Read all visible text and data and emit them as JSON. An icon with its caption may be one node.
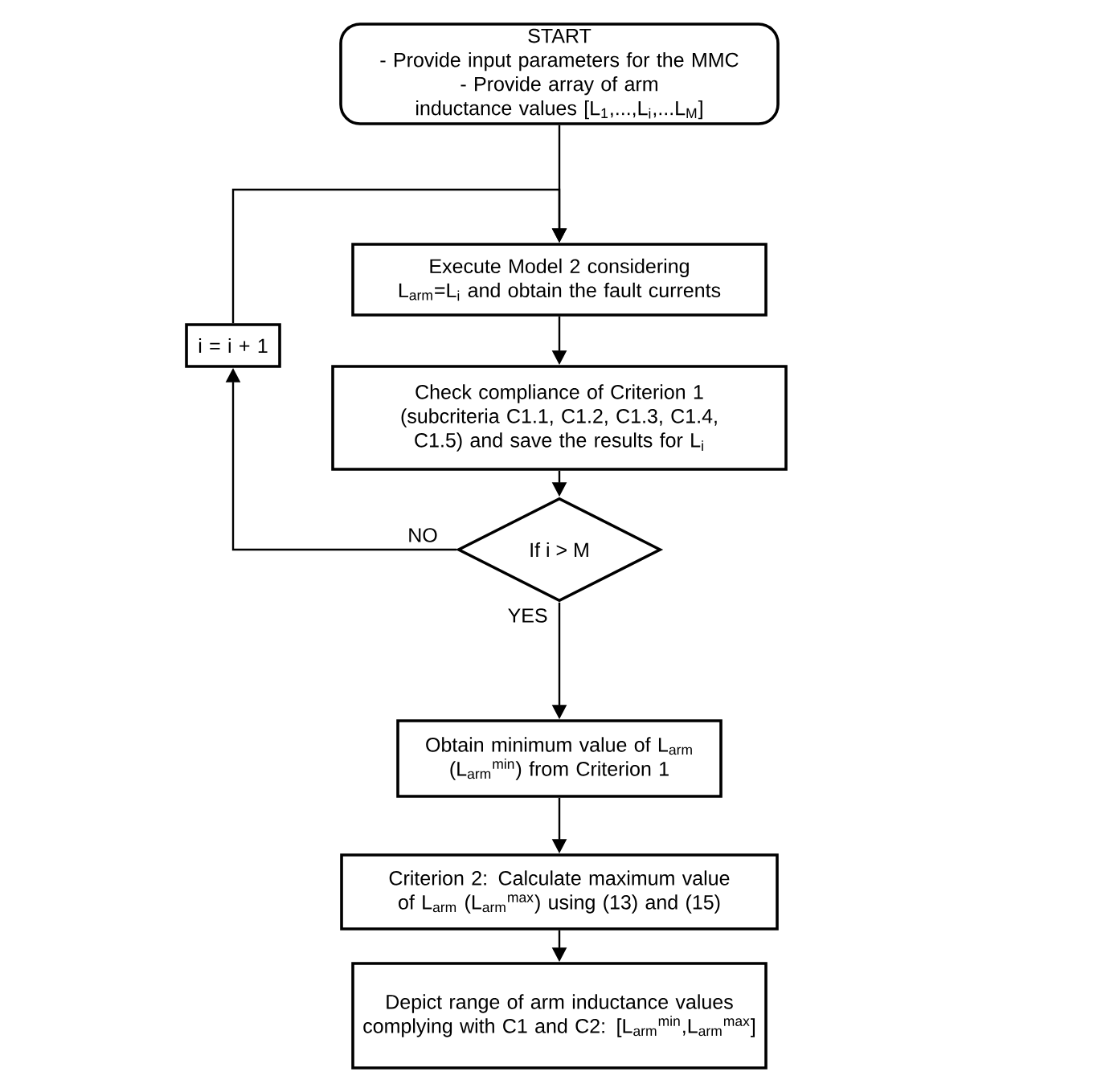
{
  "diagram": {
    "nodes": [
      {
        "text": [
          "START",
          "- Provide input parameters for the MMC",
          "- Provide array of arm inductance values [L$_{1}$,...,L$_{i}$,...L$_{M}$]"
        ]
      },
      {
        "text": [
          "Execute Model 2 considering L$_{arm}$=L$_{i}$ and obtain the fault currents"
        ]
      },
      {
        "text": [
          "Check compliance of Criterion 1 (subcriteria C1.1, C1.2, C1.3, C1.4, C1.5) and save the results for L$_{i}$"
        ]
      },
      {
        "text": [
          "If i > M"
        ]
      },
      {
        "text": [
          "Obtain minimum value of L$_{arm}$ (L$_{arm}$$^{min}$) from Criterion 1"
        ]
      },
      {
        "text": [
          "Criterion 2: Calculate maximum value of L$_{arm}$ (L$_{arm}$$^{max}$) using (13) and (15)"
        ]
      },
      {
        "text": [
          "Depict range of arm inductance values complying with C1 and C2: [L$_{arm}$$^{min}$,L$_{arm}$$^{max}$]"
        ]
      },
      {
        "text": [
          "i = i + 1"
        ]
      }
    ],
    "edges": [
      {
        "from": 0,
        "to": 1,
        "arrow": "to"
      },
      {
        "from": 1,
        "to": 2,
        "arrow": "to"
      },
      {
        "from": 2,
        "to": 3,
        "arrow": "to"
      },
      {
        "from": 3,
        "to": 4,
        "arrow": "to",
        "label": "YES"
      },
      {
        "from": 4,
        "to": 5,
        "arrow": "to"
      },
      {
        "from": 5,
        "to": 6,
        "arrow": "to"
      },
      {
        "from": 3,
        "to": 7,
        "arrow": "to",
        "label": "NO"
      },
      {
        "from": 7,
        "to": 1,
        "arrow": "to"
      }
    ]
  }
}
